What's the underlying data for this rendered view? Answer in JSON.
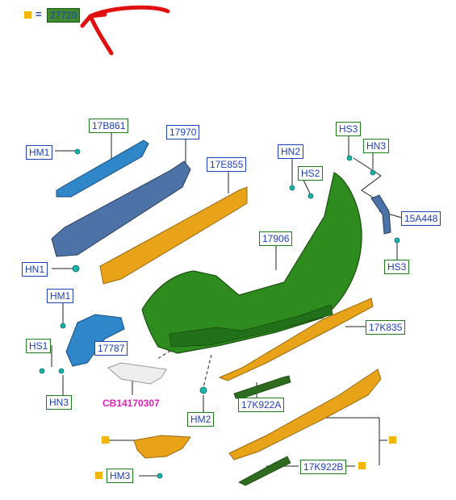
{
  "legend": {
    "equals": "=",
    "code": "27720"
  },
  "labels": {
    "hm1_top": "HM1",
    "p17b861": "17B861",
    "p17970": "17970",
    "p17e855": "17E855",
    "hn2": "HN2",
    "hs2": "HS2",
    "hs3_top": "HS3",
    "hn3_top": "HN3",
    "p15a448": "15A448",
    "hs3_right": "HS3",
    "hn1": "HN1",
    "p17906": "17906",
    "hm1_left": "HM1",
    "hs1": "HS1",
    "p17787": "17787",
    "hn3_bottom": "HN3",
    "p17k835": "17K835",
    "cb": "CB14170307",
    "hm2": "HM2",
    "p17k922a": "17K922A",
    "hm3": "HM3",
    "p17k922b": "17K922B"
  },
  "colors": {
    "bumper_green": "#2e8b1e",
    "orange": "#e8a319",
    "beam_blue": "#4c72a8",
    "bracket_blue": "#2f86c9",
    "clip_teal": "#19b3a8",
    "arrow_red": "#e01010",
    "legend_square": "#f4b400"
  }
}
